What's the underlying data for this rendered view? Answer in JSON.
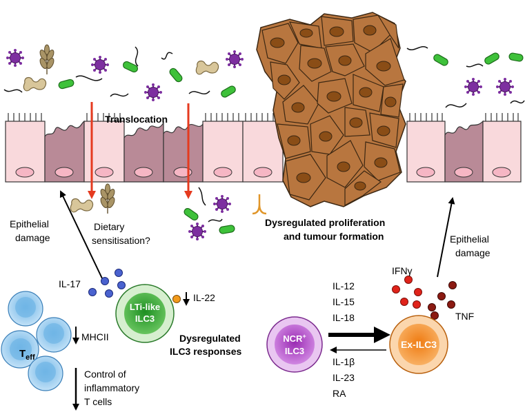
{
  "labels": {
    "translocation": "Translocation",
    "epithelial_damage_left_1": "Epithelial",
    "epithelial_damage_left_2": "damage",
    "dietary_1": "Dietary",
    "dietary_2": "sensitisation?",
    "dysreg_prolif_1": "Dysregulated proliferation",
    "dysreg_prolif_2": "and tumour formation",
    "epithelial_damage_right_1": "Epithelial",
    "epithelial_damage_right_2": "damage",
    "il17": "IL-17",
    "il22": "IL-22",
    "mhcii": "MHCII",
    "lti_1": "LTi-like",
    "lti_2": "ILC3",
    "teff_main": "T",
    "teff_sub": "eff",
    "control_1": "Control of",
    "control_2": "inflammatory",
    "control_3": "T cells",
    "dysreg_ilc3_1": "Dysregulated",
    "dysreg_ilc3_2": "ILC3 responses",
    "ncr_main": "NCR",
    "ncr_sup": "+",
    "ncr_2": "ILC3",
    "ex_ilc3": "Ex-ILC3",
    "il12": "IL-12",
    "il15": "IL-15",
    "il18": "IL-18",
    "il1b": "IL-1β",
    "il23": "IL-23",
    "ra": "RA",
    "ifng": "IFNγ",
    "tnf": "TNF"
  },
  "colors": {
    "healthy_cell": "#f9d9dc",
    "damaged_cell": "#b98a97",
    "nucleus": "#f6b6c4",
    "tumour_cell": "#b8763f",
    "tumour_nucleus": "#8a4d16",
    "bacteria": "#3ec13a",
    "virus": "#7d2fa0",
    "red_arrow": "#e53a1f",
    "lti_ilc3": "#2a9a2e",
    "ncr_ilc3": "#a93fc0",
    "ex_ilc3": "#f08a22",
    "teff": "#8fc4ea",
    "il17_dot": "#4a62cf",
    "il22_dot": "#f29a1c",
    "ifng_dot": "#e0231a",
    "tnf_dot": "#8b1a12"
  },
  "icons": [
    "virus-icon",
    "bacteria-icon",
    "peanut-icon",
    "wheat-icon",
    "receptor-icon"
  ]
}
